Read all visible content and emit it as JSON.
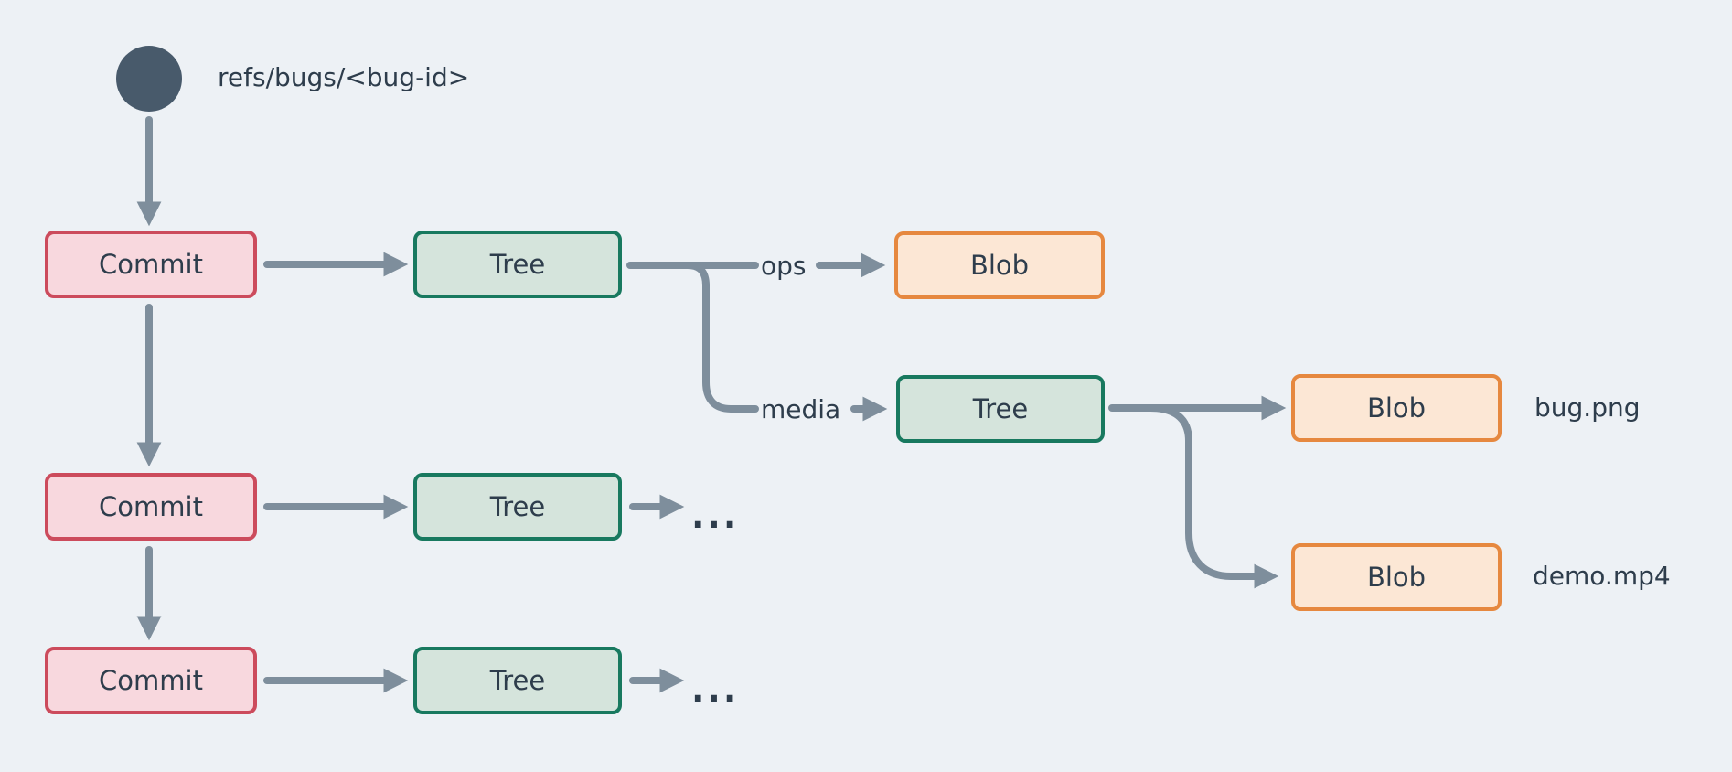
{
  "ref": {
    "label": "refs/bugs/<bug-id>"
  },
  "nodes": [
    {
      "id": "commit-1",
      "label": "Commit",
      "type": "commit"
    },
    {
      "id": "tree-1",
      "label": "Tree",
      "type": "tree"
    },
    {
      "id": "blob-ops",
      "label": "Blob",
      "type": "blob"
    },
    {
      "id": "tree-media",
      "label": "Tree",
      "type": "tree"
    },
    {
      "id": "blob-bug",
      "label": "Blob",
      "type": "blob"
    },
    {
      "id": "blob-demo",
      "label": "Blob",
      "type": "blob"
    },
    {
      "id": "commit-2",
      "label": "Commit",
      "type": "commit"
    },
    {
      "id": "tree-2",
      "label": "Tree",
      "type": "tree"
    },
    {
      "id": "commit-3",
      "label": "Commit",
      "type": "commit"
    },
    {
      "id": "tree-3",
      "label": "Tree",
      "type": "tree"
    }
  ],
  "edge_labels": {
    "ops": "ops",
    "media": "media"
  },
  "file_labels": {
    "bug_blob": "bug.png",
    "demo_blob": "demo.mp4"
  },
  "ellipsis": "...",
  "colors": {
    "background": "#edf1f5",
    "ref_circle": "#485a6b",
    "connector": "#7e8e9c",
    "text": "#2e3d4c",
    "commit_fill": "#f8d8de",
    "commit_border": "#cc4b5c",
    "tree_fill": "#d5e4dc",
    "tree_border": "#18795f",
    "blob_fill": "#fce7d5",
    "blob_border": "#e6883f"
  }
}
